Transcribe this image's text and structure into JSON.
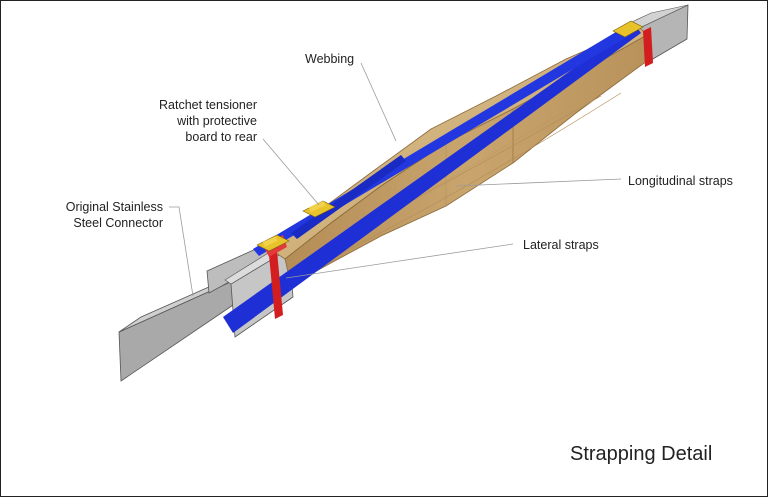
{
  "title": "Strapping Detail",
  "labels": {
    "webbing": "Webbing",
    "ratchet": "Ratchet tensioner\nwith protective\nboard to rear",
    "connector": "Original Stainless\nSteel Connector",
    "longitudinal": "Longitudinal straps",
    "lateral": "Lateral straps"
  },
  "colors": {
    "timber": "#c9a56e",
    "steel": "#b9b9b9",
    "webbing_strap": "#1e2fd6",
    "lateral_strap": "#d21e1e",
    "ratchet": "#e8c22a"
  }
}
